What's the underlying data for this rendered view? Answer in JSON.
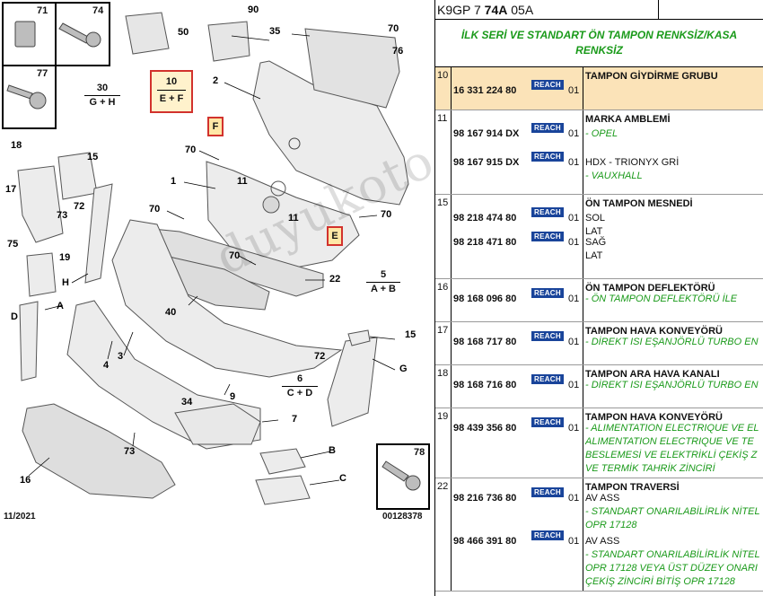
{
  "diagram": {
    "callouts": {
      "n71": "71",
      "n74": "74",
      "n90": "90",
      "n50": "50",
      "n35": "35",
      "n70a": "70",
      "n76": "76",
      "n77": "77",
      "n30": "30",
      "n10": "10",
      "n2": "2",
      "n18": "18",
      "n15a": "15",
      "n70b": "70",
      "n1": "1",
      "n11a": "11",
      "n11b": "11",
      "n17": "17",
      "n73a": "73",
      "n72a": "72",
      "n70c": "70",
      "n75": "75",
      "n19": "19",
      "nH": "H",
      "n70d": "70",
      "n70e": "70",
      "n22": "22",
      "n5": "5",
      "nD": "D",
      "nA": "A",
      "n40": "40",
      "n72b": "72",
      "n15b": "15",
      "nG": "G",
      "n4": "4",
      "n3": "3",
      "n6": "6",
      "n9": "9",
      "n34": "34",
      "n7": "7",
      "n73b": "73",
      "n16": "16",
      "nB": "B",
      "nC": "C",
      "n78": "78"
    },
    "group_labels": {
      "g30_bottom": "G + H",
      "g10_bottom": "E + F",
      "g5_bottom": "A + B",
      "g6_bottom": "C + D"
    },
    "letter_tags": {
      "F": "F",
      "E": "E"
    },
    "date": "11/2021",
    "ref_number": "00128378",
    "watermark": "duyukoto.com"
  },
  "parts": {
    "header": {
      "prefix": "K9GP 7 ",
      "bold": "74A",
      "suffix": " 05A"
    },
    "title_line1": "İLK SERİ VE STANDART ÖN TAMPON RENKSİZ/KASA",
    "title_line2": "RENKSİZ",
    "reach_label": "REACH",
    "rows": [
      {
        "ref": "10",
        "title": "TAMPON GİYDİRME GRUBU",
        "parts": [
          {
            "pn": "16 331 224 80",
            "qty": "01",
            "notes": []
          }
        ]
      },
      {
        "ref": "11",
        "title": "MARKA AMBLEMİ",
        "parts": [
          {
            "pn": "98 167 914 DX",
            "qty": "01",
            "notes": [
              "- OPEL"
            ]
          },
          {
            "pn": "98 167 915 DX",
            "qty": "01",
            "notes": [
              "HDX - TRIONYX GRİ",
              "- VAUXHALL"
            ]
          }
        ]
      },
      {
        "ref": "15",
        "title": "ÖN TAMPON MESNEDİ",
        "parts": [
          {
            "pn": "98 218 474 80",
            "qty": "01",
            "notes": [
              "SOL",
              "LAT"
            ]
          },
          {
            "pn": "98 218 471 80",
            "qty": "01",
            "notes": [
              "SAĞ",
              "LAT"
            ]
          }
        ]
      },
      {
        "ref": "16",
        "title": "ÖN TAMPON DEFLEKTÖRÜ",
        "parts": [
          {
            "pn": "98 168 096 80",
            "qty": "01",
            "notes": [
              "- ÖN TAMPON DEFLEKTÖRÜ İLE"
            ]
          }
        ]
      },
      {
        "ref": "17",
        "title": "TAMPON HAVA KONVEYÖRÜ",
        "parts": [
          {
            "pn": "98 168 717 80",
            "qty": "01",
            "notes": [
              "- DİREKT ISI EŞANJÖRLÜ TURBO EN"
            ]
          }
        ]
      },
      {
        "ref": "18",
        "title": "TAMPON ARA HAVA KANALI",
        "parts": [
          {
            "pn": "98 168 716 80",
            "qty": "01",
            "notes": [
              "- DİREKT ISI EŞANJÖRLÜ TURBO EN"
            ]
          }
        ]
      },
      {
        "ref": "19",
        "title": "TAMPON HAVA KONVEYÖRÜ",
        "parts": [
          {
            "pn": "98 439 356 80",
            "qty": "01",
            "notes": [
              "- ALIMENTATION ELECTRIQUE VE EL",
              "ALIMENTATION ELECTRIQUE VE TE",
              "BESLEMESİ VE ELEKTRİKLİ ÇEKİŞ Z",
              "VE TERMİK TAHRİK ZİNCİRİ"
            ]
          }
        ]
      },
      {
        "ref": "22",
        "title": "TAMPON TRAVERSİ",
        "parts": [
          {
            "pn": "98 216 736 80",
            "qty": "01",
            "notes": [
              "AV ASS",
              "- STANDART ONARILABİLİRLİK NİTEL",
              "OPR 17128"
            ]
          },
          {
            "pn": "98 466 391 80",
            "qty": "01",
            "notes": [
              "AV ASS",
              "- STANDART ONARILABİLİRLİK NİTEL",
              "OPR 17128 VEYA ÜST DÜZEY ONARI",
              "ÇEKİŞ ZİNCİRİ BİTİŞ OPR 17128"
            ]
          }
        ]
      }
    ]
  },
  "colors": {
    "green_note": "#1a9a1a",
    "reach_badge": "#19449a",
    "highlight_row": "#fbe3b8",
    "red_tag": "#d2322d"
  }
}
